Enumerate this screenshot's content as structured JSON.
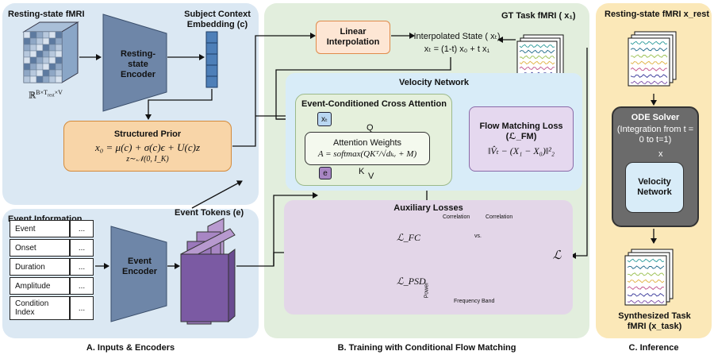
{
  "sections": {
    "inputs": "A. Inputs & Encoders",
    "training": "B. Training with Conditional Flow Matching",
    "inference": "C. Inference"
  },
  "left_top": {
    "rest_title": "Resting-state fMRI",
    "dims": "ℝ",
    "dims_sup": "B×T",
    "dims_sub": "rest",
    "dims_tail": "×V",
    "encoder": "Resting-state Encoder",
    "context_title": "Subject Context Embedding (c)"
  },
  "prior": {
    "title": "Structured Prior",
    "formula": "x₀ = μ(c) + σ(c)ϵ + U(c)z",
    "dist": "z∼𝒩(0, I_K)"
  },
  "left_bottom": {
    "event_info_title": "Event Information",
    "rows": [
      "Event",
      "Onset",
      "Duration",
      "Amplitude",
      "Condition Index"
    ],
    "dots": "...",
    "encoder": "Event Encoder",
    "tokens_title": "Event Tokens (e)"
  },
  "training": {
    "linear_interp": "Linear Interpolation",
    "interp_state_title": "Interpolated State ( xₜ)",
    "interp_state_formula": "xₜ = (1-t) x₀ + t x₁",
    "gt_title": "GT Task fMRI ( x₁)",
    "velocity_title": "Velocity Network",
    "cross_attn_title": "Event-Conditioned Cross Attention",
    "xt_token": "xₜ",
    "e_token": "e",
    "q": "Q",
    "k": "K",
    "v": "V",
    "attn_weights": "Attention Weights",
    "attn_formula": "A = softmax(QKᵀ/√dₖᵥ + M)",
    "fm_title": "Flow Matching Loss (ℒ_FM)",
    "fm_formula": "‖V̂ₜ − (X₁ − X₀)‖²₂",
    "aux_title": "Auxiliary Losses",
    "l_fc": "ℒ_FC",
    "l_psd": "ℒ_PSD",
    "correlation": "Correlation",
    "vs": "vs.",
    "power": "Power",
    "freq_band": "Frequency Band",
    "total_loss": "ℒ"
  },
  "inference": {
    "rest_title": "Resting-state fMRI x_rest",
    "ode_title": "ODE Solver",
    "ode_sub": "(Integration from t = 0 to t=1)",
    "x_label": "x",
    "velocity": "Velocity Network",
    "synth_title": "Synthesized Task fMRI (x_task)"
  },
  "colors": {
    "panel_blue": "#dbe8f3",
    "panel_green": "#e2eedd",
    "panel_yellow": "#fbe8b8",
    "prior_fill": "#f8d5a8",
    "prior_stroke": "#d48a3a",
    "interp_stroke": "#e08a4a",
    "velocity_fill": "#d8ecf8",
    "cross_fill": "#e5f0dc",
    "fm_fill": "#e5d8ef",
    "aux_fill": "#e3d6e8",
    "ode_fill": "#6b6b6b",
    "accent_purple": "#8a6aa8",
    "encoder_fill": "#6e86a8"
  }
}
